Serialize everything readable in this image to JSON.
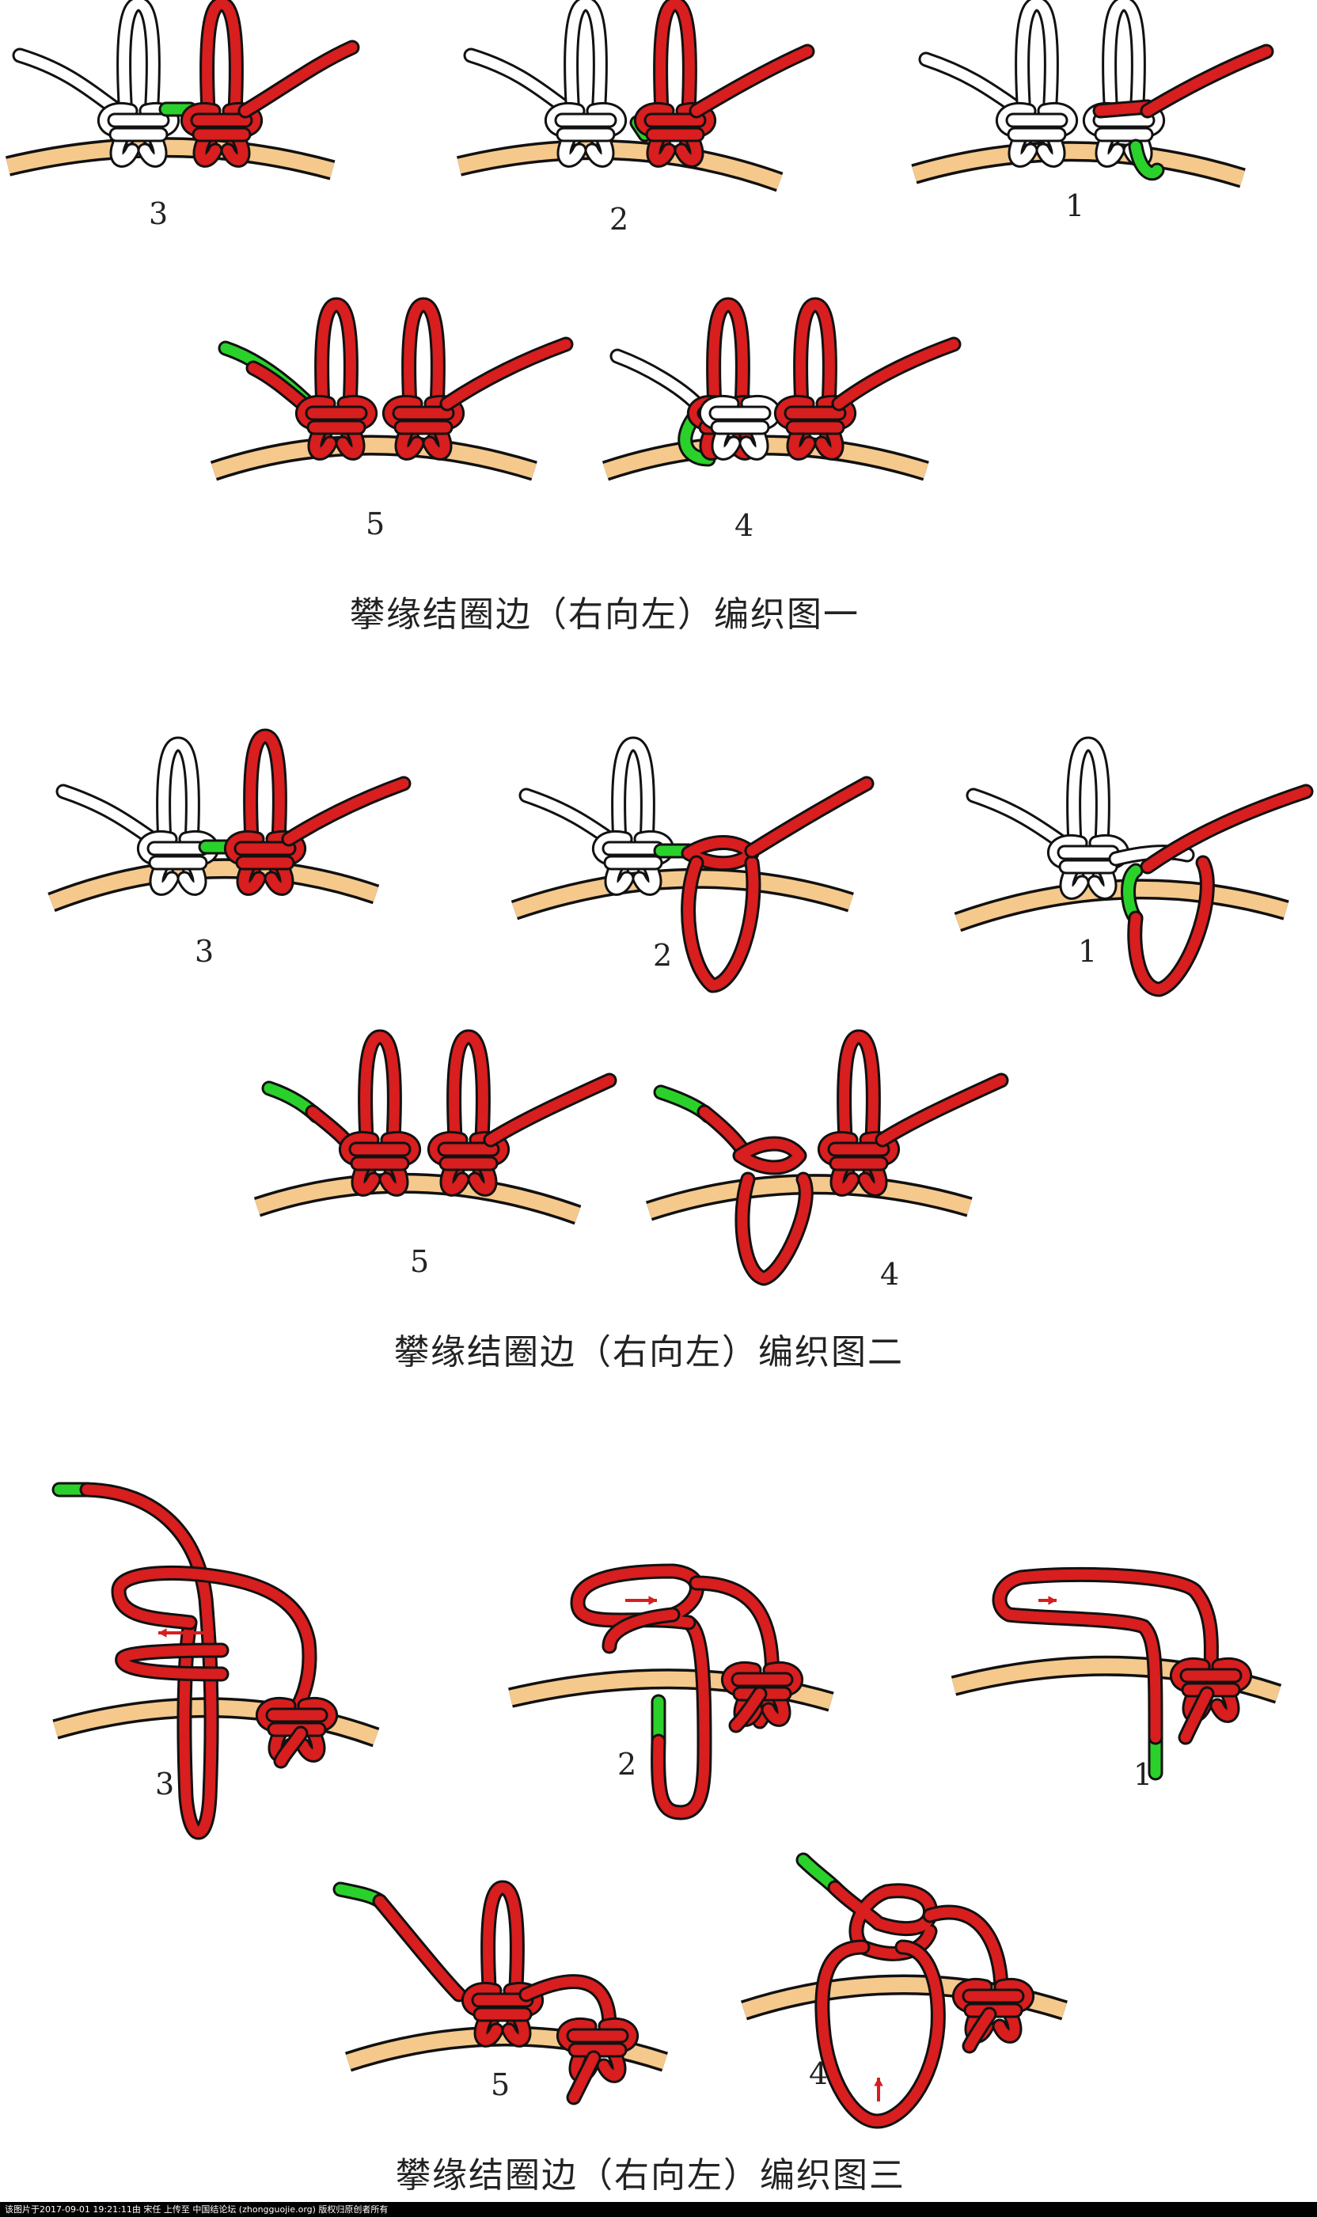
{
  "figure1": {
    "caption": "攀缘结圈边（右向左）编织图一",
    "steps": [
      "3",
      "2",
      "1",
      "5",
      "4"
    ]
  },
  "figure2": {
    "caption": "攀缘结圈边（右向左）编织图二",
    "steps": [
      "3",
      "2",
      "1",
      "5",
      "4"
    ]
  },
  "figure3": {
    "caption": "攀缘结圈边（右向左）编织图三",
    "steps": [
      "3",
      "2",
      "1",
      "5",
      "4"
    ]
  },
  "footer": {
    "text": "该图片于2017-09-01 19:21:11由 宋任 上传至 中国结论坛 (zhongguojie.org) 版权归原创者所有"
  },
  "colors": {
    "rope_red": "#d81e1e",
    "rope_white": "#ffffff",
    "rope_green": "#2ad12a",
    "ring_tan": "#f5c98c",
    "outline": "#111111"
  }
}
